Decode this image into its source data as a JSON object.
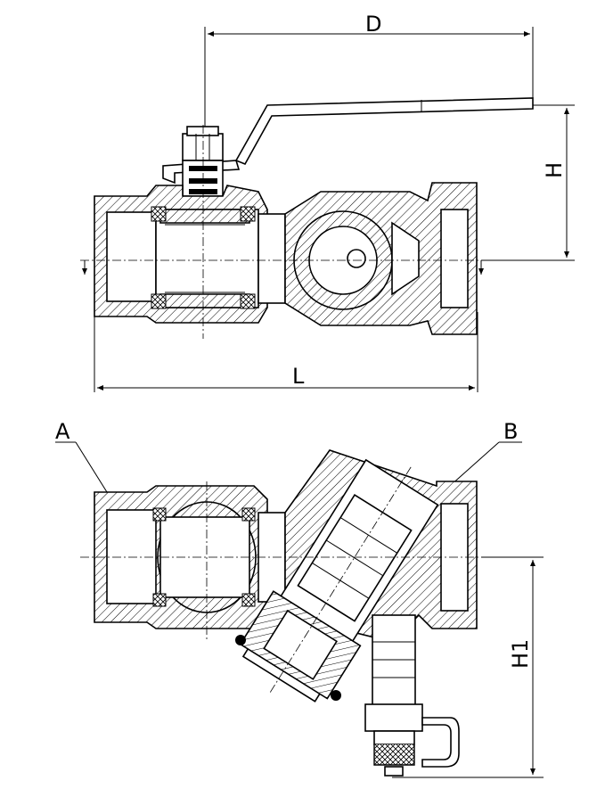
{
  "dimensions": {
    "D": "D",
    "H": "H",
    "L": "L",
    "H1": "H1"
  },
  "callouts": {
    "A": "A",
    "B": "B"
  }
}
